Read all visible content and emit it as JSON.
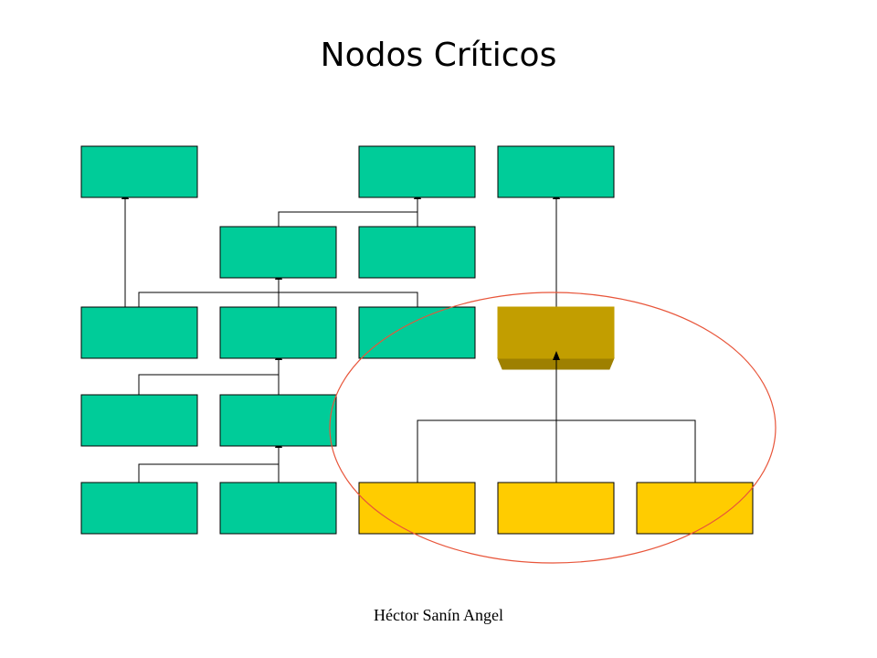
{
  "title": "Nodos Críticos",
  "footer": "Héctor Sanín Angel",
  "colors": {
    "normal_node": "#00CC99",
    "critical_leaf": "#FFCC00",
    "critical_node": "#C29E00",
    "critical_node_shade": "#9E8000",
    "highlight_ellipse": "#E8553A",
    "connector": "#000000"
  },
  "diagram": {
    "node_groups": [
      "normal",
      "critical-leaf",
      "critical-parent"
    ],
    "highlight": "ellipse around the critical subtree"
  }
}
